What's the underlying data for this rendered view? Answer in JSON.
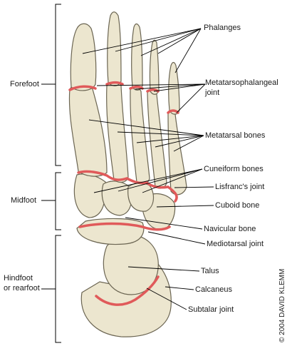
{
  "regions": {
    "forefoot": "Forefoot",
    "midfoot": "Midfoot",
    "hindfoot_line1": "Hindfoot",
    "hindfoot_line2": "or rearfoot"
  },
  "labels": {
    "phalanges": "Phalanges",
    "mtp_line1": "Metatarsophalangeal",
    "mtp_line2": "joint",
    "metatarsal": "Metatarsal bones",
    "cuneiform": "Cuneiform bones",
    "lisfranc": "Lisfranc's joint",
    "cuboid": "Cuboid bone",
    "navicular": "Navicular bone",
    "mediotarsal": "Mediotarsal joint",
    "talus": "Talus",
    "calcaneus": "Calcaneus",
    "subtalar": "Subtalar joint"
  },
  "copyright": "© 2004 DAVID KLEMM",
  "colors": {
    "bone_fill": "#ece6cf",
    "bone_stroke": "#6b6552",
    "joint_highlight": "#e05a5a",
    "line": "#000000"
  }
}
